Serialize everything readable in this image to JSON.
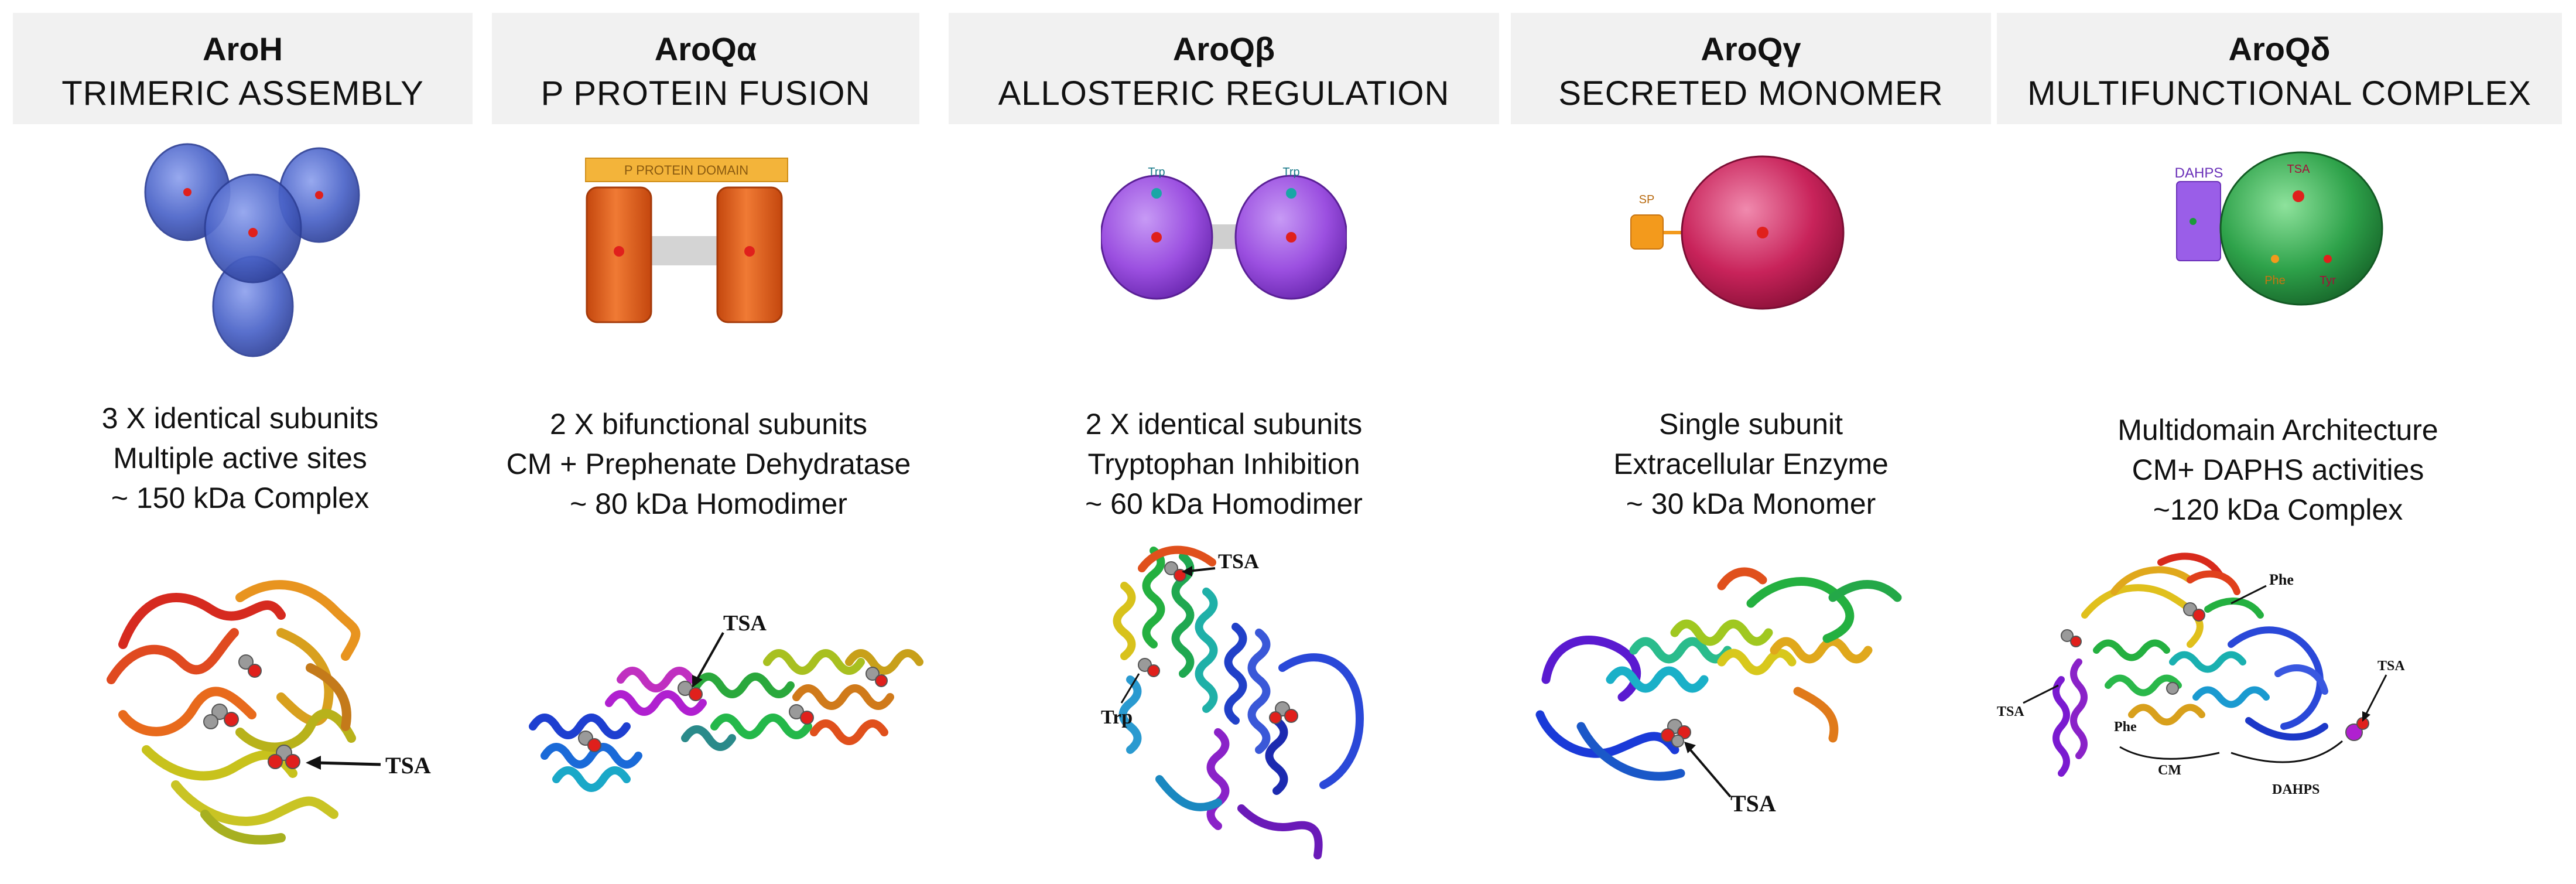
{
  "colors": {
    "header_bg": "#f1f1f1",
    "aroh_sphere": "#4a63c8",
    "aroqa_pill": "#e0621c",
    "aroqa_bar": "#f3b43a",
    "aroqb_sphere": "#9b4fe0",
    "aroqg_sphere": "#c8235a",
    "aroqg_sp": "#f39a1c",
    "aroqd_sphere": "#2ea24a",
    "aroqd_dahps": "#9a5ee8",
    "active_site": "#e0201c",
    "trp_site": "#1aa6a6"
  },
  "panels": [
    {
      "name": "AroH",
      "subtitle": "TRIMERIC ASSEMBLY",
      "description": [
        "3 X identical subunits",
        "Multiple active sites",
        "~ 150 kDa Complex"
      ],
      "structure_labels": [
        "TSA"
      ]
    },
    {
      "name": "AroQα",
      "subtitle": "P PROTEIN FUSION",
      "cartoon_labels": [
        "P PROTEIN DOMAIN"
      ],
      "description": [
        "2 X bifunctional subunits",
        "CM + Prephenate Dehydratase",
        "~ 80 kDa Homodimer"
      ],
      "structure_labels": [
        "TSA"
      ]
    },
    {
      "name": "AroQβ",
      "subtitle": "ALLOSTERIC REGULATION",
      "cartoon_labels": [
        "Trp",
        "Trp"
      ],
      "description": [
        "2 X identical subunits",
        "Tryptophan Inhibition",
        "~ 60 kDa Homodimer"
      ],
      "structure_labels": [
        "TSA",
        "Trp"
      ]
    },
    {
      "name": "AroQγ",
      "subtitle": "SECRETED MONOMER",
      "cartoon_labels": [
        "SP"
      ],
      "description": [
        "Single subunit",
        "Extracellular Enzyme",
        "~ 30 kDa Monomer"
      ],
      "structure_labels": [
        "TSA"
      ]
    },
    {
      "name": "AroQδ",
      "subtitle": "MULTIFUNCTIONAL COMPLEX",
      "cartoon_labels": [
        "DAHPS",
        "TSA",
        "Phe",
        "Tyr"
      ],
      "description": [
        "Multidomain Architecture",
        "CM+ DAPHS  activities",
        "~120 kDa Complex"
      ],
      "structure_labels": [
        "Phe",
        "TSA",
        "TSA",
        "Phe",
        "CM",
        "DAHPS"
      ]
    }
  ]
}
